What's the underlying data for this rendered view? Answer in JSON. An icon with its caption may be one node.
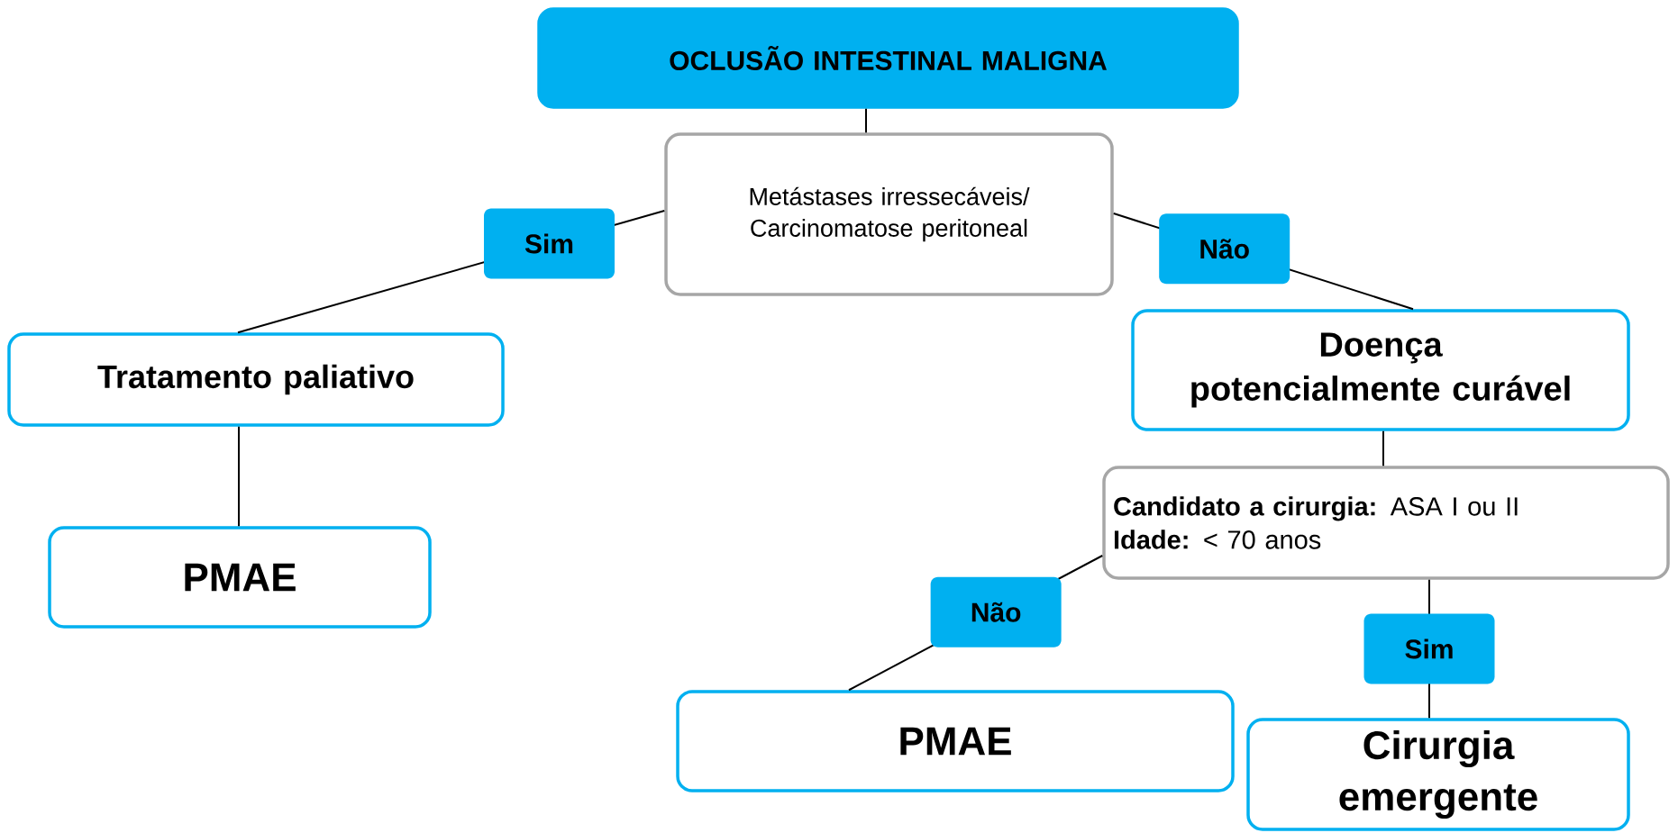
{
  "diagram": {
    "nodes": [
      {
        "text": [
          "OCLUSÃO INTESTINAL MALIGNA"
        ]
      },
      {
        "text": [
          "Metástases irressecáveis/ Carcinomatose peritoneal"
        ]
      },
      {
        "text": [
          "Tratamento paliativo"
        ]
      },
      {
        "text": [
          "PMAE"
        ]
      },
      {
        "text": [
          "Doença potencialmente curável"
        ]
      },
      {
        "text": [
          "**Candidato a cirurgia:** ASA I ou II",
          "**Idade:** < 70 anos"
        ]
      },
      {
        "text": [
          "PMAE"
        ]
      },
      {
        "text": [
          "Cirurgia emergente"
        ]
      }
    ],
    "edges": [
      {
        "from": 0,
        "to": 1,
        "arrow": "none"
      },
      {
        "from": 1,
        "to": 2,
        "arrow": "none",
        "label": "Sim"
      },
      {
        "from": 1,
        "to": 4,
        "arrow": "none",
        "label": "Não"
      },
      {
        "from": 2,
        "to": 3,
        "arrow": "none"
      },
      {
        "from": 4,
        "to": 5,
        "arrow": "none"
      },
      {
        "from": 5,
        "to": 6,
        "arrow": "none",
        "label": "Não"
      },
      {
        "from": 5,
        "to": 7,
        "arrow": "none",
        "label": "Sim"
      }
    ]
  }
}
